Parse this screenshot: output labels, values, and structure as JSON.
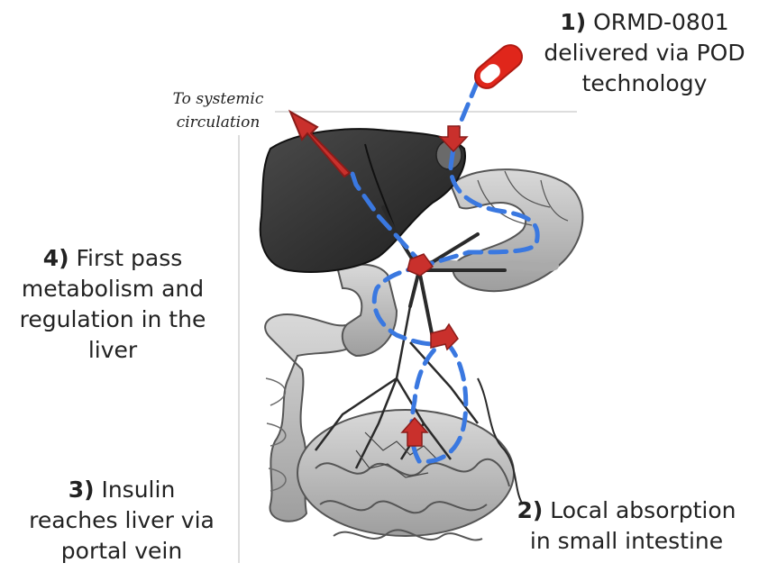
{
  "labels": {
    "step1": {
      "number": "1)",
      "line1": "ORMD-0801",
      "line2": "delivered via POD",
      "line3": "technology"
    },
    "step2": {
      "number": "2)",
      "line1": "Local absorption",
      "line2": "in small intestine"
    },
    "step3": {
      "number": "3)",
      "line1": "Insulin",
      "line2": "reaches liver via",
      "line3": "portal vein"
    },
    "step4": {
      "number": "4)",
      "line1": "First pass",
      "line2": "metabolism and",
      "line3": "regulation in the",
      "line4": "liver"
    },
    "systemic": {
      "line1": "To systemic",
      "line2": "circulation"
    }
  },
  "colors": {
    "path_dashed": "#3a78e0",
    "arrow_red": "#c9302c",
    "pill_red": "#e0261b",
    "liver": "#2c2c2c",
    "intestine": "#bdbdbd",
    "vessel": "#2a2a2a",
    "text": "#222222"
  },
  "icons": {
    "pill": "capsule-pill-icon",
    "arrow": "red-flow-arrow-icon"
  }
}
